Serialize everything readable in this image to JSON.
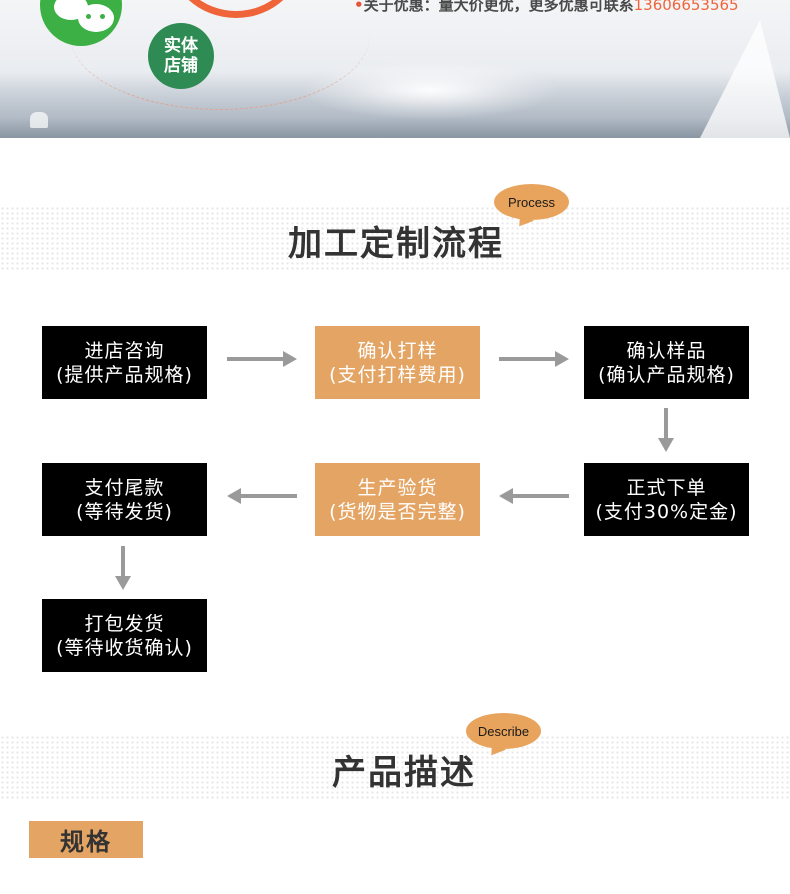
{
  "banner": {
    "store_label_line1": "实体",
    "store_label_line2": "店铺",
    "promo_text": "关于优惠：量大价更优，更多优惠可联系",
    "promo_phone": "13606653565"
  },
  "process_section": {
    "title": "加工定制流程",
    "tag": "Process",
    "steps": [
      {
        "line1": "进店咨询",
        "line2": "(提供产品规格)"
      },
      {
        "line1": "确认打样",
        "line2": "(支付打样费用)"
      },
      {
        "line1": "确认样品",
        "line2": "(确认产品规格)"
      },
      {
        "line1": "正式下单",
        "line2": "(支付30%定金)"
      },
      {
        "line1": "生产验货",
        "line2": "(货物是否完整)"
      },
      {
        "line1": "支付尾款",
        "line2": "(等待发货)"
      },
      {
        "line1": "打包发货",
        "line2": "(等待收货确认)"
      }
    ]
  },
  "describe_section": {
    "title": "产品描述",
    "tag": "Describe",
    "spec_label": "规格"
  },
  "colors": {
    "accent_orange": "#e4a463",
    "promo_phone": "#f0643a",
    "wechat_green": "#3cb044",
    "store_green": "#2d8b53"
  }
}
